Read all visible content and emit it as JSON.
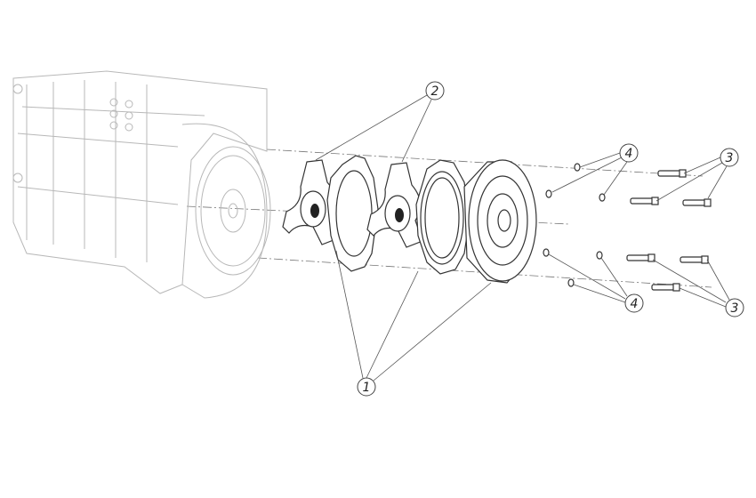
{
  "callouts": {
    "clutch_parts": "1",
    "friction_discs": "2",
    "bolts": "3",
    "washers": "4"
  },
  "colors": {
    "line": "#333333",
    "engine": "#b8b8b8",
    "background": "#ffffff"
  }
}
